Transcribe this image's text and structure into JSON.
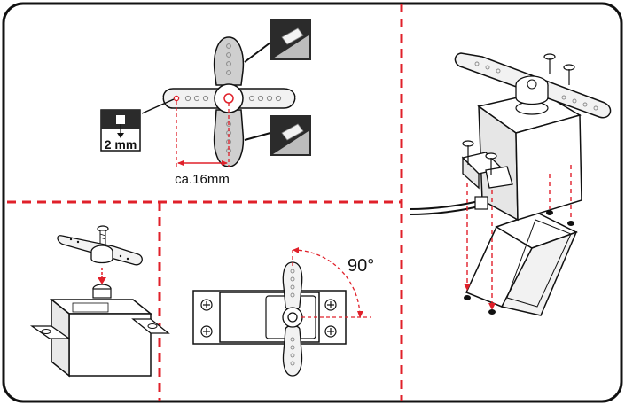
{
  "panels": {
    "horn_drill": {
      "drill_size_label": "2 mm",
      "spacing_label": "ca.16mm"
    },
    "horn_angle": {
      "angle_label": "90°"
    }
  },
  "colors": {
    "dash_red": "#e0202a",
    "outline": "#111111",
    "part_gray": "#cfcfcf",
    "part_light": "#f2f2f2",
    "dark_box": "#2b2b2b"
  },
  "icons": [
    "drill-icon",
    "cutter-icon",
    "screw-icon",
    "servo-icon",
    "servo-horn-icon",
    "mount-hole-icon"
  ]
}
